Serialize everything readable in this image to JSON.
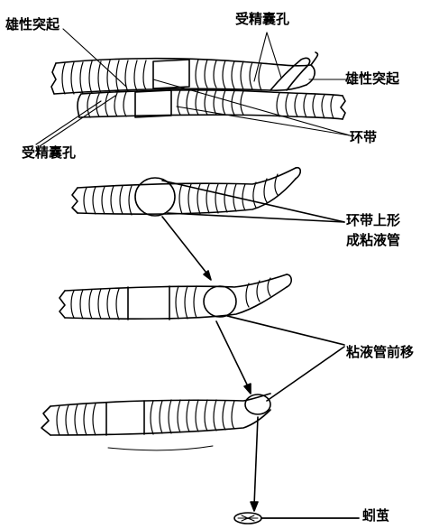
{
  "labels": {
    "male_pore_top": "雄性突起",
    "seminal_receptacle_top": "受精囊孔",
    "male_pore_right": "雄性突起",
    "clitellum": "环带",
    "seminal_receptacle_left": "受精囊孔",
    "clitellum_tube_line1": "环带上形",
    "clitellum_tube_line2": "成粘液管",
    "tube_moves_forward": "粘液管前移",
    "cocoon": "蚓茧"
  },
  "colors": {
    "ink": "#000000",
    "paper": "#ffffff"
  }
}
